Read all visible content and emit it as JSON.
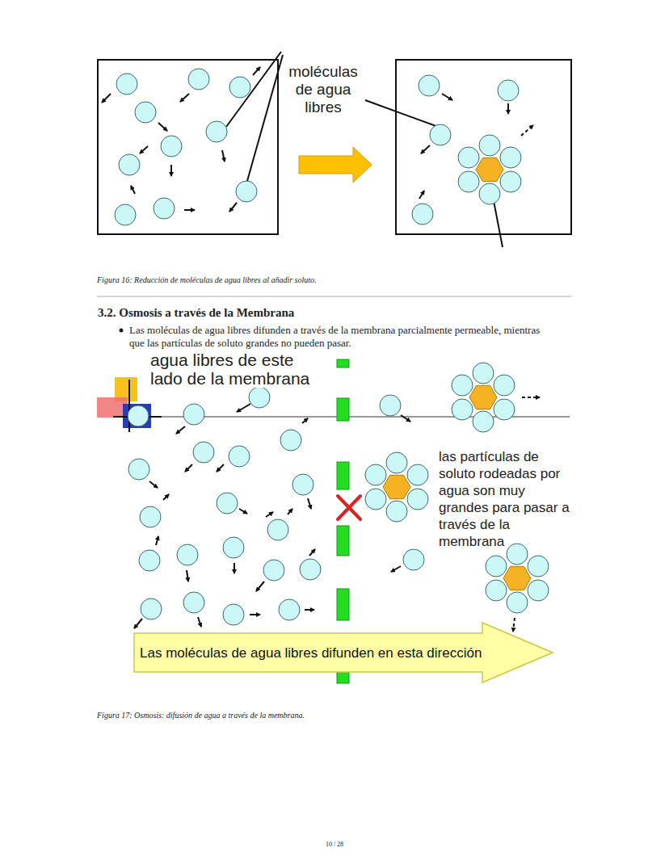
{
  "diagram": {
    "title": "3.2. Osmosis a través de la Membrana",
    "nodes": [
      {
        "text": [
          "Las moléculas de agua libres difunden en esta dirección"
        ]
      }
    ],
    "labels": [
      "moléculas de agua libres",
      "Figura 16: Reducción de moléculas de agua libres al añadir soluto.",
      "Las moléculas de agua libres difunden a través de la membrana parcialmente permeable, mientras que las partículas de soluto grandes no pueden pasar.",
      "agua libres de este lado de la membrana",
      "las partículas de soluto rodeadas por agua son muy grandes para pasar a través de la membrana",
      "Figura 17: Osmosis: difusión de agua a través de la membrana.",
      "10 / 28"
    ]
  }
}
